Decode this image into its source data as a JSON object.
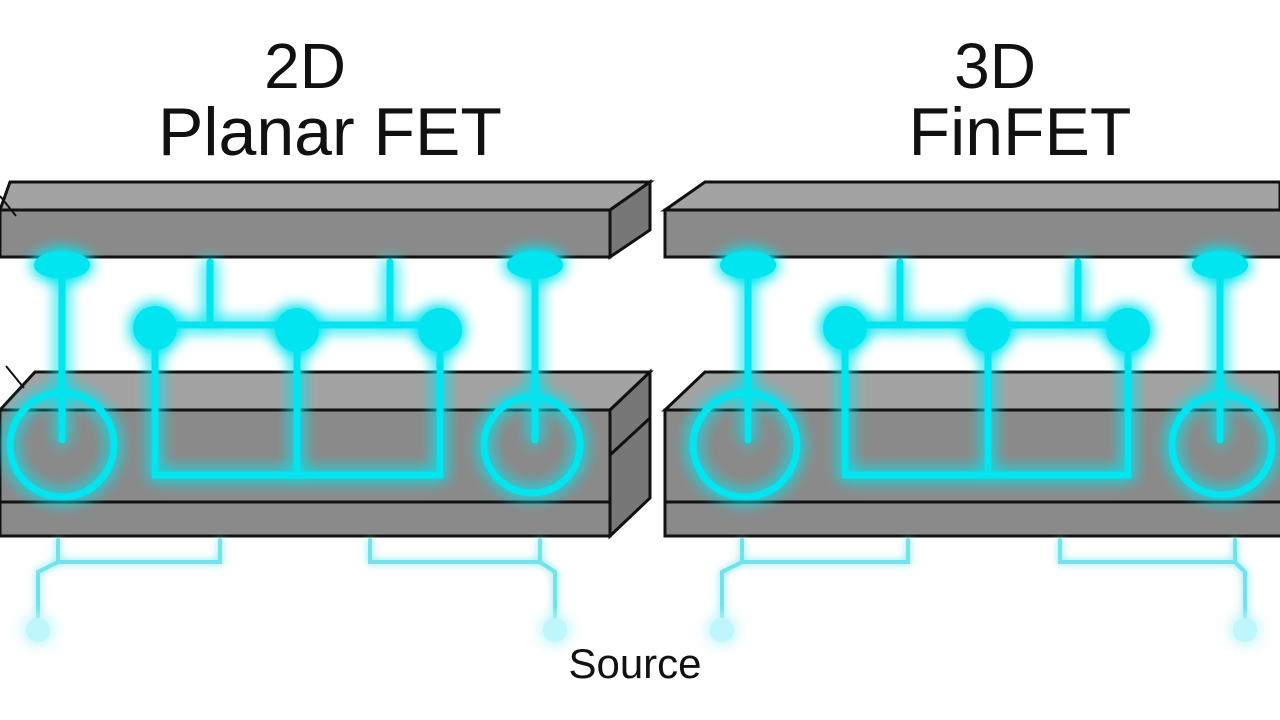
{
  "titles": {
    "planar": {
      "line1": "2D",
      "line2": "Planar FET"
    },
    "finfet": {
      "line1": "3D",
      "line2": "FinFET"
    }
  },
  "labels": {
    "source": "Source"
  },
  "colors": {
    "gate_front": "#8a8a8a",
    "gate_top": "#a3a3a3",
    "gate_side": "#777777",
    "outline": "#111111",
    "glow": "#00e5f0",
    "glow_soft": "#7fefff",
    "background": "#ffffff"
  }
}
